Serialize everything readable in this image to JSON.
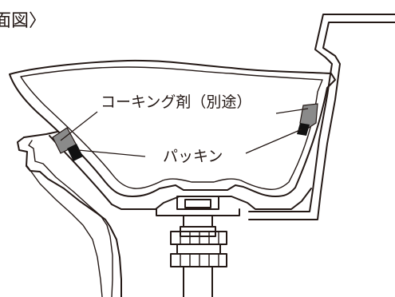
{
  "diagram": {
    "title": "面図〉",
    "labels": {
      "caulking": "コーキング剤（別途）",
      "packing": "パッキン"
    },
    "colors": {
      "ink": "#231815",
      "caulking_fill": "#8a8a8a",
      "packing_fill": "#111111",
      "background": "#ffffff"
    }
  }
}
